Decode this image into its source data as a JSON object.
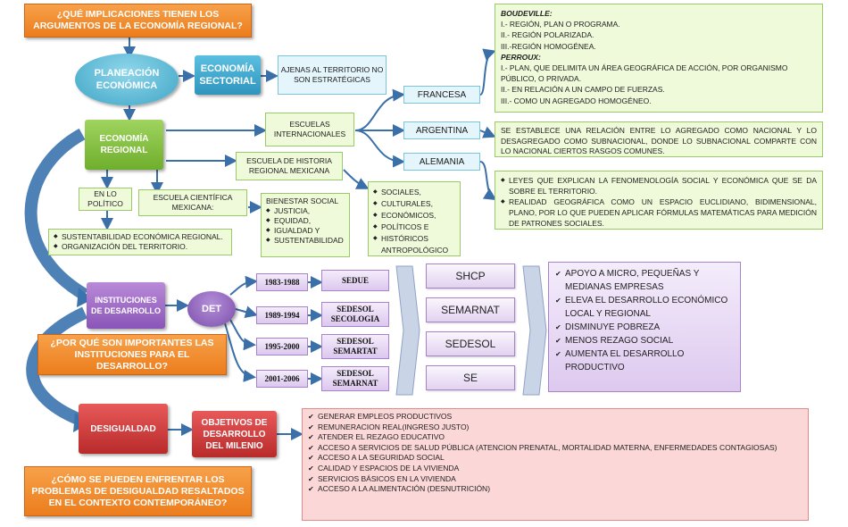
{
  "questions": {
    "q1": "¿QUÉ IMPLICACIONES TIENEN LOS ARGUMENTOS DE LA ECONOMÍA REGIONAL?",
    "q2": "¿POR QUÉ SON IMPORTANTES LAS INSTITUCIONES PARA EL DESARROLLO?",
    "q3": "¿CÓMO SE PUEDEN ENFRENTAR LOS PROBLEMAS DE DESIGUALDAD RESALTADOS EN EL CONTEXTO CONTEMPORÁNEO?"
  },
  "planeacion": {
    "title": "PLANEACIÓN ECONÓMICA",
    "sectorial": "ECONOMÍA SECTORIAL",
    "ajenas": "AJENAS AL TERRITORIO NO SON ESTRATÉGICAS"
  },
  "economia_regional": {
    "title": "ECONOMÍA REGIONAL",
    "escuelas_internacionales": "ESCUELAS INTERNACIONALES",
    "escuela_historia": "ESCUELA DE HISTORIA REGIONAL MEXICANA",
    "en_lo_politico": "EN LO POLÍTICO",
    "escuela_cientifica": "ESCUELA CIENTÍFICA MEXICANA:",
    "politico_items": [
      "SUSTENTABILIDAD ECONÓMICA REGIONAL.",
      "ORGANIZACIÓN DEL TERRITORIO."
    ],
    "bienestar_title": "BIENESTAR SOCIAL",
    "bienestar_items": [
      "JUSTICIA,",
      "EQUIDAD,",
      "IGUALDAD Y",
      "SUSTENTABILIDAD"
    ],
    "historia_items": [
      "SOCIALES,",
      "CULTURALES,",
      "ECONÓMICOS,",
      "POLÍTICOS E",
      "HISTÓRICOS ANTROPOLÓGICO"
    ]
  },
  "schools": {
    "francesa": "FRANCESA",
    "argentina": "ARGENTINA",
    "alemania": "ALEMANIA",
    "boudeville_label": "BOUDEVILLE:",
    "boudeville_items": [
      "I.- REGIÓN, PLAN O PROGRAMA.",
      "II.- REGIÓN POLARIZADA.",
      "III.-REGIÓN HOMOGÉNEA."
    ],
    "perroux_label": "PERROUX:",
    "perroux_items": [
      "I.- PLAN, QUE DELIMITA UN ÁREA GEOGRÁFICA DE ACCIÓN, POR ORGANISMO PÚBLICO, O PRIVADA.",
      "II.- EN RELACIÓN A UN CAMPO DE FUERZAS.",
      "III.- COMO UN AGREGADO HOMOGÉNEO."
    ],
    "argentina_text": "SE ESTABLECE UNA RELACIÓN ENTRE LO AGREGADO COMO NACIONAL Y LO DESAGREGADO COMO SUBNACIONAL, DONDE LO SUBNACIONAL COMPARTE CON LO NACIONAL CIERTOS RASGOS COMUNES.",
    "alemania_items": [
      "LEYES QUE EXPLICAN LA FENOMENOLOGÍA SOCIAL Y ECONÓMICA QUE SE DA SOBRE EL TERRITORIO.",
      "REALIDAD GEOGRÁFICA COMO UN ESPACIO EUCLIDIANO, BIDIMENSIONAL, PLANO, POR LO QUE PUEDEN APLICAR FÓRMULAS MATEMÁTICAS PARA MEDICIÓN DE PATRONES SOCIALES."
    ]
  },
  "instituciones": {
    "title": "INSTITUCIONES DE DESARROLLO",
    "det": "DET",
    "periods": [
      {
        "years": "1983-1988",
        "agency": "SEDUE"
      },
      {
        "years": "1989-1994",
        "agency": "SEDESOL SECOLOGIA"
      },
      {
        "years": "1995-2000",
        "agency": "SEDESOL SEMARTAT"
      },
      {
        "years": "2001-2006",
        "agency": "SEDESOL SEMARNAT"
      }
    ],
    "current": [
      "SHCP",
      "SEMARNAT",
      "SEDESOL",
      "SE"
    ],
    "goals": [
      "APOYO A MICRO, PEQUEÑAS Y MEDIANAS EMPRESAS",
      "ELEVA EL DESARROLLO ECONÓMICO LOCAL Y REGIONAL",
      "DISMINUYE POBREZA",
      "MENOS REZAGO SOCIAL",
      "AUMENTA EL DESARROLLO PRODUCTIVO"
    ]
  },
  "desigualdad": {
    "title": "DESIGUALDAD",
    "objetivos": "OBJETIVOS DE DESARROLLO DEL MILENIO",
    "items": [
      "GENERAR EMPLEOS PRODUCTIVOS",
      "REMUNERACION REAL(INGRESO JUSTO)",
      "ATENDER EL REZAGO EDUCATIVO",
      "ACCESO A SERVICIOS DE SALUD PÚBLICA (ATENCION PRENATAL, MORTALIDAD MATERNA, ENFERMEDADES CONTAGIOSAS)",
      "ACCESO A LA SEGURIDAD SOCIAL",
      "CALIDAD Y ESPACIOS DE LA VIVIENDA",
      "SERVICIOS BÁSICOS EN LA VIVIENDA",
      "ACCESO A LA ALIMENTACIÓN (DESNUTRICIÓN)"
    ]
  }
}
